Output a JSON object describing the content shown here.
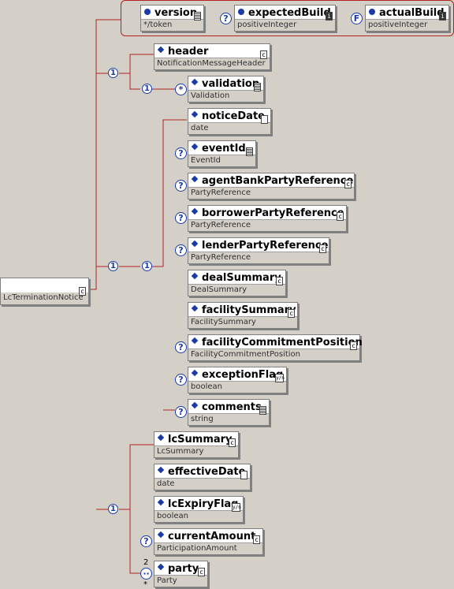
{
  "root": {
    "name": "LcTerminationNotice",
    "tag": "c"
  },
  "attributes": [
    {
      "name": "version",
      "type": "*/token",
      "tag": "lines",
      "optional": false,
      "fixed": false
    },
    {
      "name": "expectedBuild",
      "type": "positiveInteger",
      "tag": "i",
      "optional": true,
      "fixed": false
    },
    {
      "name": "actualBuild",
      "type": "positiveInteger",
      "tag": "i",
      "optional": false,
      "fixed": true,
      "fixed_marker": "F"
    }
  ],
  "group_header": {
    "sequence_marker": "1",
    "elements": [
      {
        "name": "header",
        "type": "NotificationMessageHeader",
        "tag": "c",
        "optional": false
      },
      {
        "name": "validation",
        "type": "Validation",
        "tag": "lines",
        "optional": false,
        "multiplicity_marker": "*"
      }
    ]
  },
  "group_notice": {
    "sequence_marker": "1",
    "choice_marker": "1",
    "elements": [
      {
        "name": "noticeDate",
        "type": "date",
        "tag": "grid",
        "optional": false
      },
      {
        "name": "eventId",
        "type": "EventId",
        "tag": "lines",
        "optional": true
      },
      {
        "name": "agentBankPartyReference",
        "type": "PartyReference",
        "tag": "c",
        "optional": true
      },
      {
        "name": "borrowerPartyReference",
        "type": "PartyReference",
        "tag": "c",
        "optional": true
      },
      {
        "name": "lenderPartyReference",
        "type": "PartyReference",
        "tag": "c",
        "optional": true
      },
      {
        "name": "dealSummary",
        "type": "DealSummary",
        "tag": "c",
        "optional": false
      },
      {
        "name": "facilitySummary",
        "type": "FacilitySummary",
        "tag": "c",
        "optional": false
      },
      {
        "name": "facilityCommitmentPosition",
        "type": "FacilityCommitmentPosition",
        "tag": "c",
        "optional": true
      },
      {
        "name": "exceptionFlag",
        "type": "boolean",
        "tag": "yn",
        "optional": true
      },
      {
        "name": "comments",
        "type": "string",
        "tag": "lines",
        "optional": true
      }
    ]
  },
  "group_lc": {
    "sequence_marker": "1",
    "elements": [
      {
        "name": "lcSummary",
        "type": "LcSummary",
        "tag": "c",
        "optional": false
      },
      {
        "name": "effectiveDate",
        "type": "date",
        "tag": "grid",
        "optional": false
      },
      {
        "name": "lcExpiryFlag",
        "type": "boolean",
        "tag": "yn",
        "optional": false
      },
      {
        "name": "currentAmount",
        "type": "ParticipationAmount",
        "tag": "c",
        "optional": true
      },
      {
        "name": "party",
        "type": "Party",
        "tag": "c",
        "optional": false,
        "min": "2",
        "max": "*"
      }
    ]
  },
  "markers": {
    "optional": "?",
    "repeat": "*"
  },
  "tag_glyphs": {
    "c": "c",
    "i": "i",
    "lines": "",
    "grid": "",
    "yn": "y/n"
  },
  "colors": {
    "line": "#b22222",
    "accent": "#1a3aa8",
    "background": "#d4d0c8"
  }
}
